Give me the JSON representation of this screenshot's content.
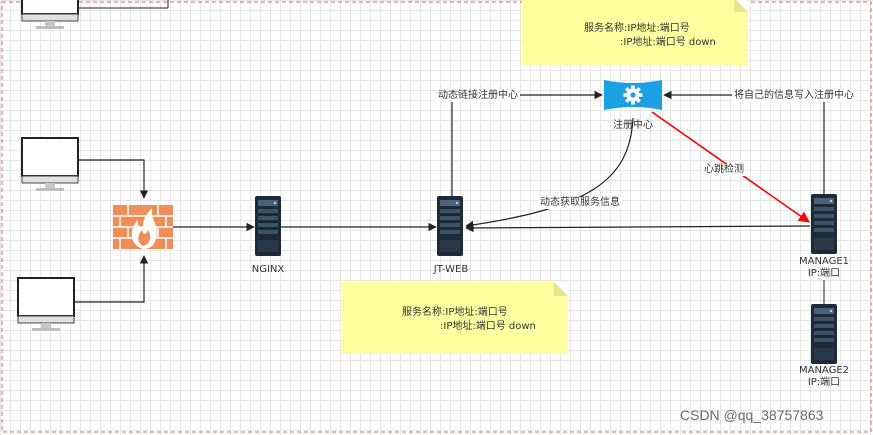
{
  "notes": {
    "top": {
      "line1": "服务名称:IP地址:端口号",
      "line2": ":IP地址:端口号 down"
    },
    "bottom": {
      "line1": "服务名称:IP地址:端口号",
      "line2": ":IP地址:端口号 down"
    }
  },
  "nodes": {
    "firewall": {
      "icon": "firewall-icon"
    },
    "nginx": {
      "label": "NGINX",
      "icon": "server-icon"
    },
    "jtweb": {
      "label": "JT-WEB",
      "icon": "server-icon"
    },
    "registry": {
      "label": "注册中心",
      "icon": "gear-icon",
      "color": "#1ba1e2"
    },
    "manage1": {
      "label_line1": "MANAGE1",
      "label_line2": "IP:端口",
      "icon": "server-icon"
    },
    "manage2": {
      "label_line1": "MANAGE2",
      "label_line2": "IP:端口",
      "icon": "server-icon"
    },
    "clients": [
      "monitor-icon",
      "monitor-icon",
      "monitor-icon"
    ]
  },
  "edges": {
    "dynamic_link": "动态链接注册中心",
    "self_register": "将自己的信息写入注册中心",
    "heartbeat": "心跳检测",
    "fetch_info": "动态获取服务信息"
  },
  "colors": {
    "heartbeat": "#ff0000",
    "firewall": "#f08e5a",
    "note": "#ffffa0",
    "border": "#e06666"
  },
  "watermark": "CSDN @qq_38757863"
}
